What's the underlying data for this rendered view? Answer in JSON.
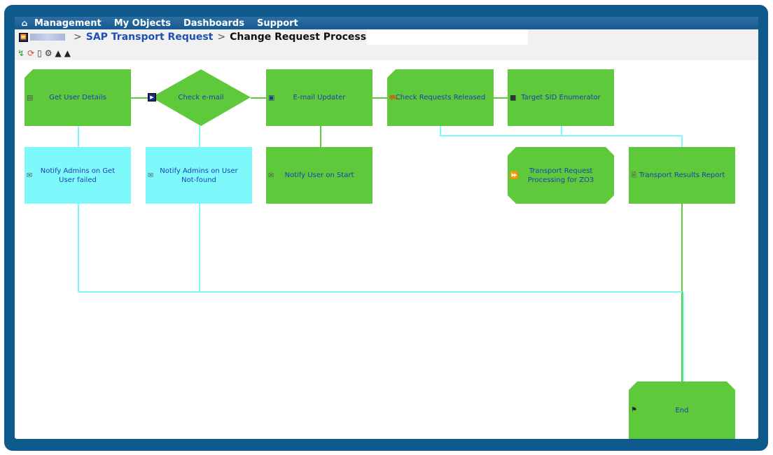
{
  "menubar": {
    "home_icon": "home-icon",
    "items": [
      "Management",
      "My Objects",
      "Dashboards",
      "Support"
    ]
  },
  "breadcrumb": {
    "sep": ">",
    "link": "SAP Transport Request",
    "current": "Change Request Processing"
  },
  "toolbar": {
    "icons": [
      "refresh-icon",
      "reload-icon",
      "delete-icon",
      "settings-icon",
      "tree-icon",
      "hierarchy-icon"
    ]
  },
  "workflow": {
    "nodes": {
      "get_user_details": "Get User Details",
      "check_email": "Check e-mail",
      "email_updater": "E-mail Updater",
      "check_requests_released": "Check Requests Released",
      "target_sid_enumerator": "Target SID Enumerator",
      "notify_admins_get_user_failed": "Notify Admins on Get User failed",
      "notify_admins_user_not_found": "Notify Admins on User Not-found",
      "notify_user_on_start": "Notify User on Start",
      "transport_request_processing": "Transport Request Processing for ZO3",
      "transport_results_report": "Transport Results Report",
      "end": "End"
    },
    "colors": {
      "step": "#5dc93b",
      "notify_failure": "#7ef9fb",
      "link_green": "#5dc93b",
      "link_cyan": "#7ef9fb"
    }
  }
}
